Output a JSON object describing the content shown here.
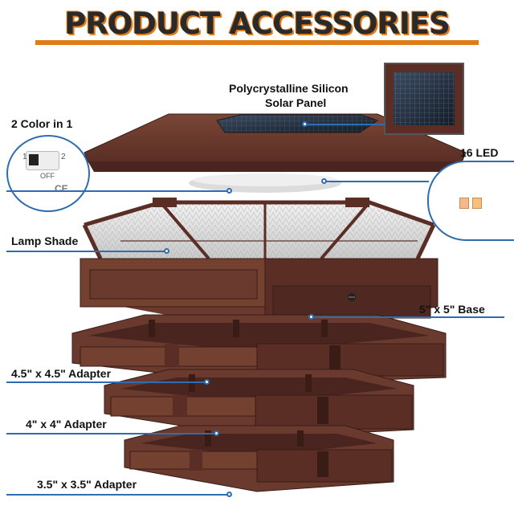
{
  "title": "PRODUCT ACCESSORIES",
  "labels": {
    "solar_panel_line1": "Polycrystalline Silicon",
    "solar_panel_line2": "Solar Panel",
    "color": "2 Color in 1",
    "led": "16 LED",
    "lamp_shade": "Lamp Shade",
    "base": "5\" x 5\" Base",
    "adapter_45": "4.5\" x 4.5\" Adapter",
    "adapter_4": "4\" x 4\" Adapter",
    "adapter_35": "3.5\" x 3.5\" Adapter"
  },
  "switch": {
    "pos1": "1",
    "pos2": "2",
    "off": "OFF",
    "mark": "CE"
  },
  "colors": {
    "accent": "#e07b1a",
    "callout": "#2f6db2",
    "brown": "#6b3a2e",
    "brown_dark": "#4a2520"
  }
}
